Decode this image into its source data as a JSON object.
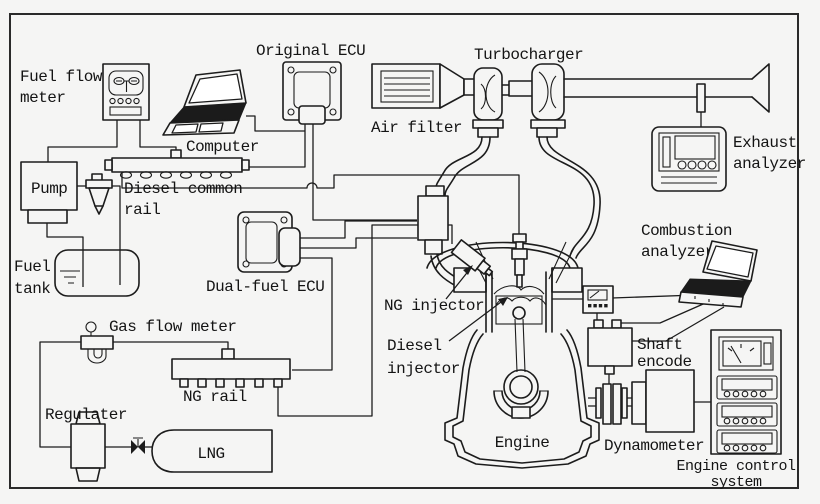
{
  "diagram": {
    "title_hint": "Dual-fuel engine test bench schematic",
    "colors": {
      "background": "#f5f5f4",
      "line": "#1c1c1c"
    },
    "labels": {
      "fuel_flow_meter_1": "Fuel flow",
      "fuel_flow_meter_2": "meter",
      "pump": "Pump",
      "fuel_tank_1": "Fuel",
      "fuel_tank_2": "tank",
      "computer": "Computer",
      "original_ecu": "Original ECU",
      "diesel_common_rail_1": "Diesel common",
      "diesel_common_rail_2": "rail",
      "dual_fuel_ecu": "Dual-fuel ECU",
      "air_filter": "Air filter",
      "turbocharger": "Turbocharger",
      "exhaust_analyzer_1": "Exhaust",
      "exhaust_analyzer_2": "analyzer",
      "combustion_analyzer_1": "Combustion",
      "combustion_analyzer_2": "analyzer",
      "ng_injector": "NG injector",
      "diesel_injector_1": "Diesel",
      "diesel_injector_2": "injector",
      "engine": "Engine",
      "gas_flow_meter": "Gas flow meter",
      "ng_rail": "NG rail",
      "regulator": "Regulater",
      "lng": "LNG",
      "shaft_encoder_1": "Shaft",
      "shaft_encoder_2": "encode",
      "dynamometer": "Dynamometer",
      "engine_control_system_1": "Engine control",
      "engine_control_system_2": "system"
    },
    "icons": [
      "fuel-flow-meter-icon",
      "pump-icon",
      "fuel-filter-icon",
      "fuel-tank-icon",
      "laptop-icon",
      "ecu-icon",
      "common-rail-icon",
      "air-filter-icon",
      "turbocharger-icon",
      "exhaust-tailpipe-icon",
      "exhaust-probe-icon",
      "exhaust-analyzer-icon",
      "dual-fuel-ecu-icon",
      "engine-icon",
      "ng-injector-icon",
      "diesel-injector-icon",
      "gas-flow-meter-icon",
      "ng-rail-icon",
      "regulator-icon",
      "valve-icon",
      "lng-tank-icon",
      "pressure-sensor-icon",
      "shaft-encoder-icon",
      "coupling-icon",
      "dynamometer-icon",
      "engine-control-rack-icon"
    ]
  }
}
